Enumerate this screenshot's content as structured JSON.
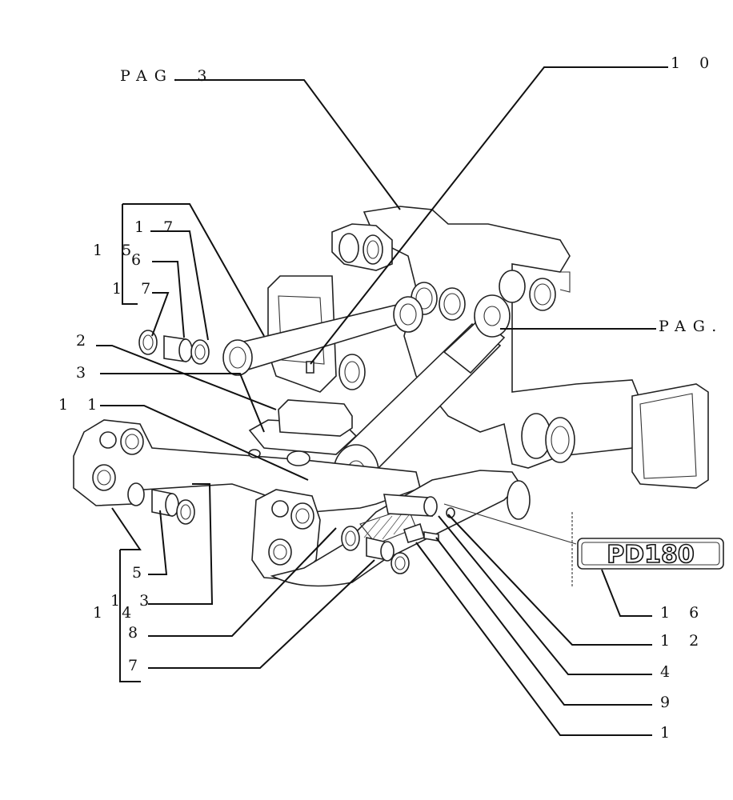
{
  "callouts": {
    "pag3": "PAG. 3",
    "pag": "PAG.",
    "n10": "1 0",
    "n17a": "1 7",
    "n15": "1 5",
    "n6": "6",
    "n17b": "1 7",
    "n2": "2",
    "n3": "3",
    "n11": "1 1",
    "n5": "5",
    "n13": "1 3",
    "n14": "1 4",
    "n8": "8",
    "n7": "7",
    "n16": "1 6",
    "n12": "1 2",
    "n4": "4",
    "n9": "9",
    "n1": "1"
  },
  "decal": {
    "text": "PD180"
  }
}
